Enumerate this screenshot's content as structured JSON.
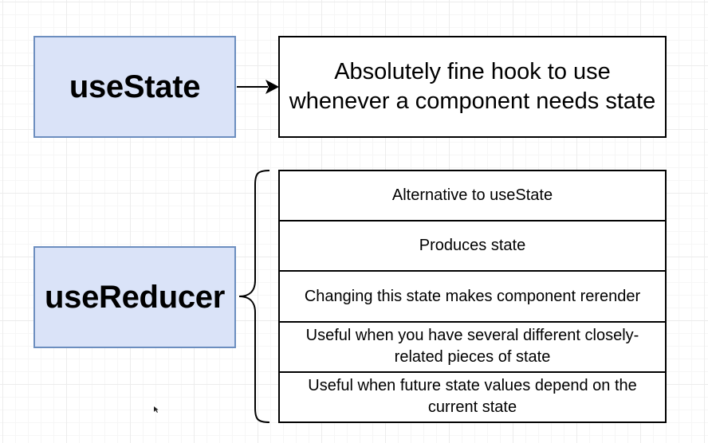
{
  "use_state": {
    "label": "useState",
    "description": "Absolutely fine hook to use whenever a component needs state"
  },
  "use_reducer": {
    "label": "useReducer",
    "features": [
      "Alternative to useState",
      "Produces state",
      "Changing this state makes component rerender",
      "Useful when you have several different closely-related pieces of state",
      "Useful when future state values depend on the current state"
    ]
  },
  "colors": {
    "hook_fill": "#dae3f8",
    "hook_border": "#6c8ebf",
    "line": "#000000"
  },
  "icons": {
    "connector": "arrow-right-icon",
    "grouping": "curly-brace-icon",
    "pointer": "mouse-cursor-icon"
  }
}
